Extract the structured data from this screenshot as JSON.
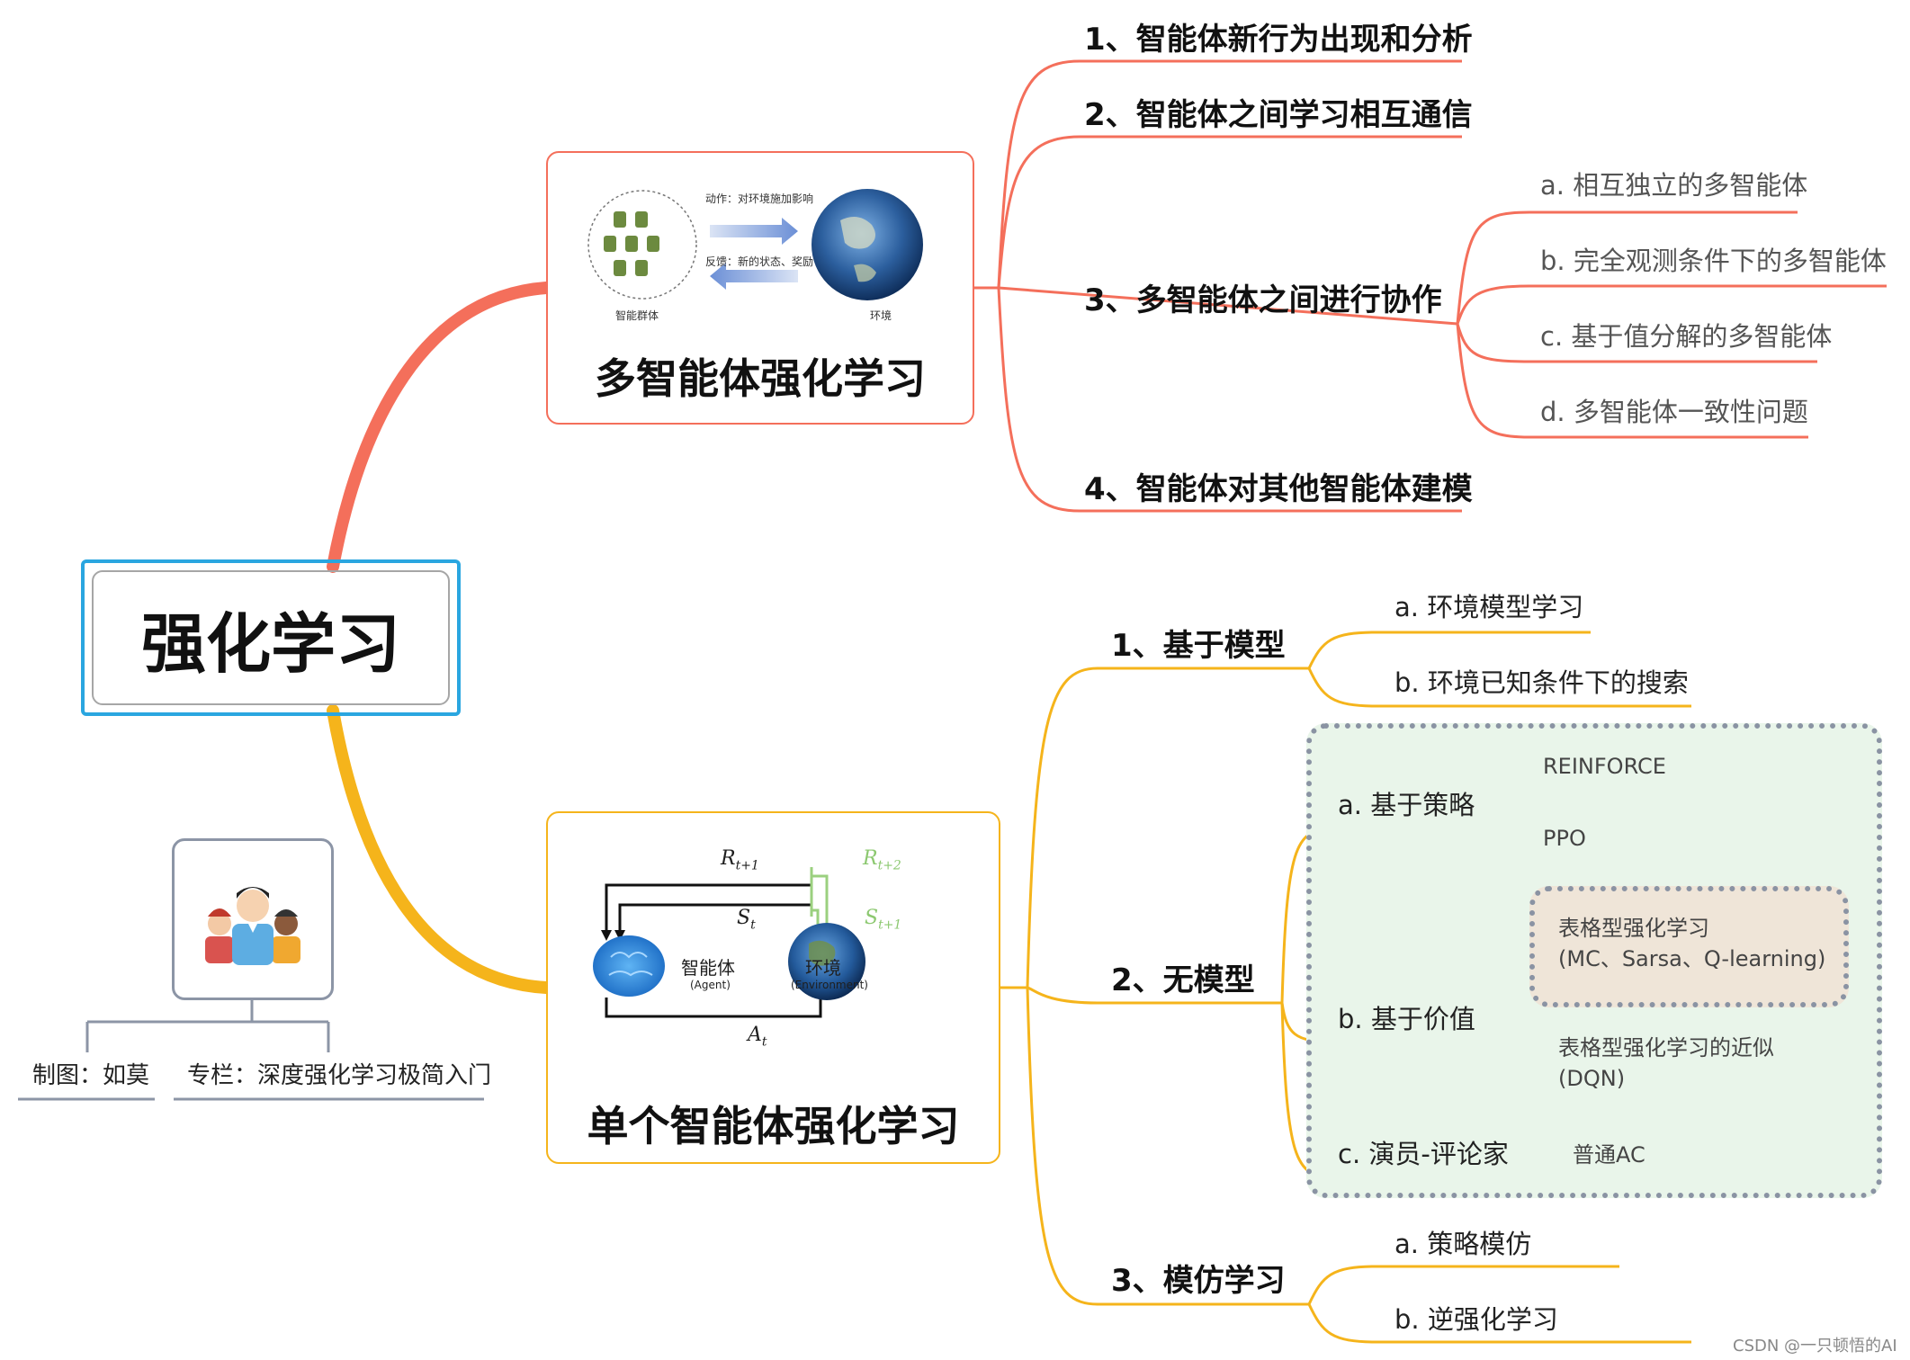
{
  "root": {
    "title": "强化学习"
  },
  "multi_agent": {
    "title": "多智能体强化学习",
    "image": {
      "action_label": "动作：对环境施加影响",
      "feedback_label": "反馈：新的状态、奖励",
      "agents_label": "智能群体",
      "env_label": "环境"
    },
    "branches": [
      {
        "label": "1、智能体新行为出现和分析"
      },
      {
        "label": "2、智能体之间学习相互通信"
      },
      {
        "label": "3、多智能体之间进行协作",
        "children": [
          {
            "label": "a. 相互独立的多智能体"
          },
          {
            "label": "b. 完全观测条件下的多智能体"
          },
          {
            "label": "c. 基于值分解的多智能体"
          },
          {
            "label": "d. 多智能体一致性问题"
          }
        ]
      },
      {
        "label": "4、智能体对其他智能体建模"
      }
    ]
  },
  "single_agent": {
    "title": "单个智能体强化学习",
    "image": {
      "r_t1": "R",
      "r_t1_sub": "t+1",
      "r_t2": "R",
      "r_t2_sub": "t+2",
      "s_t": "S",
      "s_t_sub": "t",
      "s_t1": "S",
      "s_t1_sub": "t+1",
      "a_t": "A",
      "a_t_sub": "t",
      "agent_label": "智能体",
      "agent_en": "(Agent)",
      "env_label": "环境",
      "env_en": "(Environment)"
    },
    "branches": [
      {
        "label": "1、基于模型",
        "children": [
          {
            "label": "a. 环境模型学习"
          },
          {
            "label": "b. 环境已知条件下的搜索"
          }
        ]
      },
      {
        "label": "2、无模型",
        "children": [
          {
            "label": "a. 基于策略",
            "children": [
              {
                "label": "REINFORCE"
              },
              {
                "label": "PPO"
              }
            ]
          },
          {
            "label": "b. 基于价值",
            "children": [
              {
                "label_line1": "表格型强化学习",
                "label_line2": "(MC、Sarsa、Q-learning)"
              },
              {
                "label_line1": "表格型强化学习的近似",
                "label_line2": "(DQN)"
              }
            ]
          },
          {
            "label": "c. 演员-评论家",
            "children": [
              {
                "label": "普通AC"
              }
            ]
          }
        ]
      },
      {
        "label": "3、模仿学习",
        "children": [
          {
            "label": "a. 策略模仿"
          },
          {
            "label": "b. 逆强化学习"
          }
        ]
      }
    ]
  },
  "credits": {
    "author": "制图：如莫",
    "column": "专栏：深度强化学习极简入门"
  },
  "watermark": "CSDN @一只顿悟的AI",
  "colors": {
    "multi": "#f46f5b",
    "single": "#f5b41b",
    "root_border": "#2aa6e0",
    "green_box": "#e9f5ea",
    "tan_box": "#efe5d8"
  }
}
